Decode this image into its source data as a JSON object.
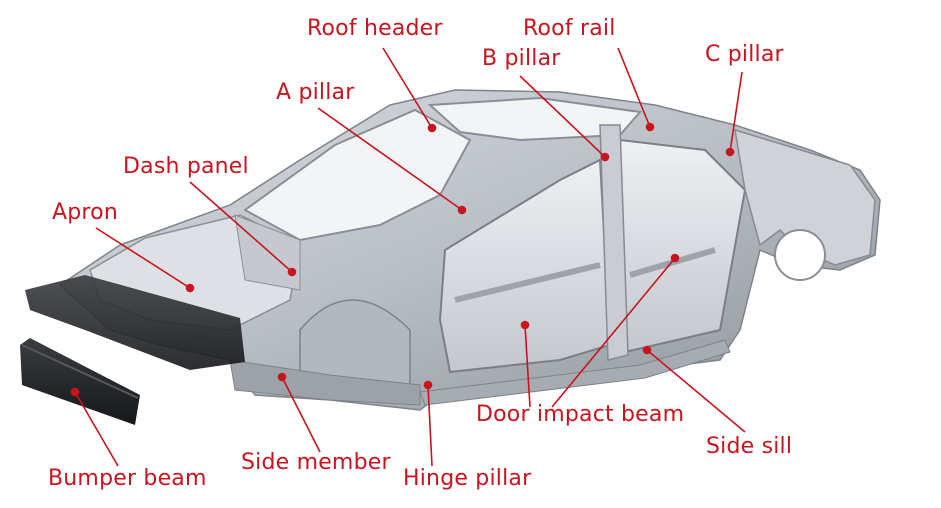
{
  "diagram": {
    "accent_color": "#c8141e",
    "subject": "car-body-in-white",
    "labels": {
      "roof_header": "Roof header",
      "roof_rail": "Roof rail",
      "b_pillar": "B pillar",
      "c_pillar": "C pillar",
      "a_pillar": "A pillar",
      "dash_panel": "Dash panel",
      "apron": "Apron",
      "door_impact_beam": "Door impact beam",
      "side_sill": "Side sill",
      "side_member": "Side member",
      "hinge_pillar": "Hinge pillar",
      "bumper_beam": "Bumper beam"
    }
  }
}
